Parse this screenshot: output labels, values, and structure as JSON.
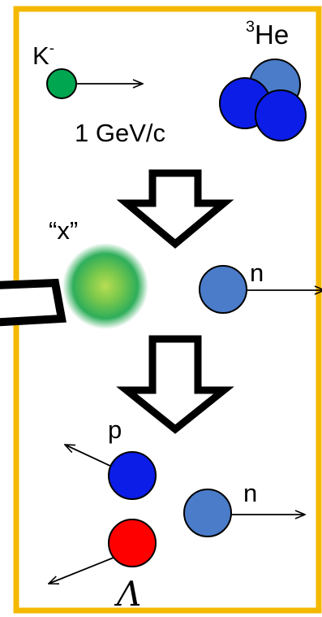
{
  "labels": {
    "kaon": {
      "base": "K",
      "sup": "-"
    },
    "helium3": {
      "sup": "3",
      "base": "He"
    },
    "momentum": "1 GeV/c",
    "unknown_state": "“x”",
    "neutron_1": "n",
    "proton": "p",
    "neutron_2": "n",
    "lambda": "Λ"
  },
  "colors": {
    "frame": "#f5b800",
    "kaon": "#00a650",
    "helium_back": "#4a7cc9",
    "helium_front": "#0b1de6",
    "neutron": "#4a7cc9",
    "proton": "#0b1de6",
    "lambda": "#ff0000",
    "x_glow_inner": "#9bd44a",
    "x_glow_outer": "#2fae5a"
  }
}
